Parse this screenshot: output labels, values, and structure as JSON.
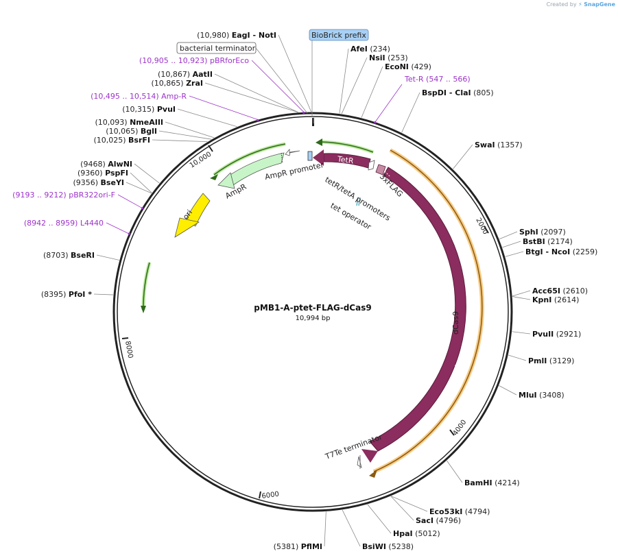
{
  "credit": {
    "prefix": "Created by",
    "brand": "SnapGene"
  },
  "title": "pMB1-A-ptet-FLAG-dCas9",
  "length_label": "10,994 bp",
  "ticks": [
    {
      "bp": 2000,
      "label": "2000"
    },
    {
      "bp": 4000,
      "label": "4000"
    },
    {
      "bp": 6000,
      "label": "6000"
    },
    {
      "bp": 8000,
      "label": "8000"
    },
    {
      "bp": 10000,
      "label": "10,000"
    }
  ],
  "enzymes": [
    {
      "pos": "(10,980)",
      "name": "EagI",
      "name2": "NotI",
      "side": "left",
      "bp": 10980
    },
    {
      "pos": "(234)",
      "name": "AfeI",
      "side": "right",
      "bp": 234
    },
    {
      "pos": "(253)",
      "name": "NsiI",
      "side": "right",
      "bp": 253
    },
    {
      "pos": "(429)",
      "name": "EcoNI",
      "side": "right",
      "bp": 429
    },
    {
      "pos": "(805)",
      "name": "BspDI",
      "name2": "ClaI",
      "side": "right",
      "bp": 805
    },
    {
      "pos": "(1357)",
      "name": "SwaI",
      "side": "right",
      "bp": 1357
    },
    {
      "pos": "(2097)",
      "name": "SphI",
      "side": "right",
      "bp": 2097
    },
    {
      "pos": "(2174)",
      "name": "BstBI",
      "side": "right",
      "bp": 2174
    },
    {
      "pos": "(2259)",
      "name": "BtgI",
      "name2": "NcoI",
      "side": "right",
      "bp": 2259
    },
    {
      "pos": "(2610)",
      "name": "Acc65I",
      "side": "right",
      "bp": 2610
    },
    {
      "pos": "(2614)",
      "name": "KpnI",
      "side": "right",
      "bp": 2614
    },
    {
      "pos": "(2921)",
      "name": "PvuII",
      "side": "right",
      "bp": 2921
    },
    {
      "pos": "(3129)",
      "name": "PmlI",
      "side": "right",
      "bp": 3129
    },
    {
      "pos": "(3408)",
      "name": "MluI",
      "side": "right",
      "bp": 3408
    },
    {
      "pos": "(4214)",
      "name": "BamHI",
      "side": "right",
      "bp": 4214
    },
    {
      "pos": "(4794)",
      "name": "Eco53kI",
      "side": "right",
      "bp": 4794
    },
    {
      "pos": "(4796)",
      "name": "SacI",
      "side": "right",
      "bp": 4796
    },
    {
      "pos": "(5012)",
      "name": "HpaI",
      "side": "right",
      "bp": 5012
    },
    {
      "pos": "(5238)",
      "name": "BsiWI",
      "side": "right",
      "bp": 5238
    },
    {
      "pos": "(5381)",
      "name": "PflMI",
      "side": "left",
      "bp": 5381
    },
    {
      "pos": "(8395)",
      "name": "PfoI *",
      "side": "left",
      "bp": 8395
    },
    {
      "pos": "(8703)",
      "name": "BseRI",
      "side": "left",
      "bp": 8703
    },
    {
      "pos": "(9356)",
      "name": "BseYI",
      "side": "left",
      "bp": 9356
    },
    {
      "pos": "(9360)",
      "name": "PspFI",
      "side": "left",
      "bp": 9360
    },
    {
      "pos": "(9468)",
      "name": "AlwNI",
      "side": "left",
      "bp": 9468
    },
    {
      "pos": "(10,025)",
      "name": "BsrFI",
      "side": "left",
      "bp": 10025
    },
    {
      "pos": "(10,065)",
      "name": "BglI",
      "side": "left",
      "bp": 10065
    },
    {
      "pos": "(10,093)",
      "name": "NmeAIII",
      "side": "left",
      "bp": 10093
    },
    {
      "pos": "(10,315)",
      "name": "PvuI",
      "side": "left",
      "bp": 10315
    },
    {
      "pos": "(10,865)",
      "name": "ZraI",
      "side": "left",
      "bp": 10865
    },
    {
      "pos": "(10,867)",
      "name": "AatII",
      "side": "left",
      "bp": 10867
    }
  ],
  "primers": [
    {
      "pos": "(10,905 .. 10,923)",
      "name": "pBRforEco",
      "side": "left",
      "bp": 10914
    },
    {
      "pos": "(10,495 .. 10,514)",
      "name": "Amp-R",
      "side": "left",
      "bp": 10505
    },
    {
      "pos": "(547 .. 566)",
      "name": "Tet-R",
      "side": "right",
      "bp": 556
    },
    {
      "pos": "(9193 .. 9212)",
      "name": "pBR322ori-F",
      "side": "left",
      "bp": 9202
    },
    {
      "pos": "(8942 .. 8959)",
      "name": "L4440",
      "side": "left",
      "bp": 8950
    }
  ],
  "features": [
    {
      "name": "dCas9",
      "color": "#8b2d5e"
    },
    {
      "name": "TetR",
      "color": "#8b2d5e"
    },
    {
      "name": "3xFLAG",
      "color": "#c68ba3"
    },
    {
      "name": "AmpR",
      "color": "#c8f5c8"
    },
    {
      "name": "AmpR promoter",
      "color": "#ffffff"
    },
    {
      "name": "ori",
      "color": "#ffee00"
    },
    {
      "name": "tetR/tetA promoters",
      "color": "#ffffff"
    },
    {
      "name": "tet operator",
      "color": "#3aa0b0"
    },
    {
      "name": "T7Te terminator",
      "color": "#ffffff"
    },
    {
      "name": "bacterial terminator",
      "color": "#ffffff"
    },
    {
      "name": "BioBrick prefix",
      "color": "#a8d0f5"
    }
  ],
  "colors": {
    "primer": "#9c33c9",
    "backbone": "#222222",
    "orf_orange": "#f0a020",
    "orf_green": "#4a9a2a"
  }
}
